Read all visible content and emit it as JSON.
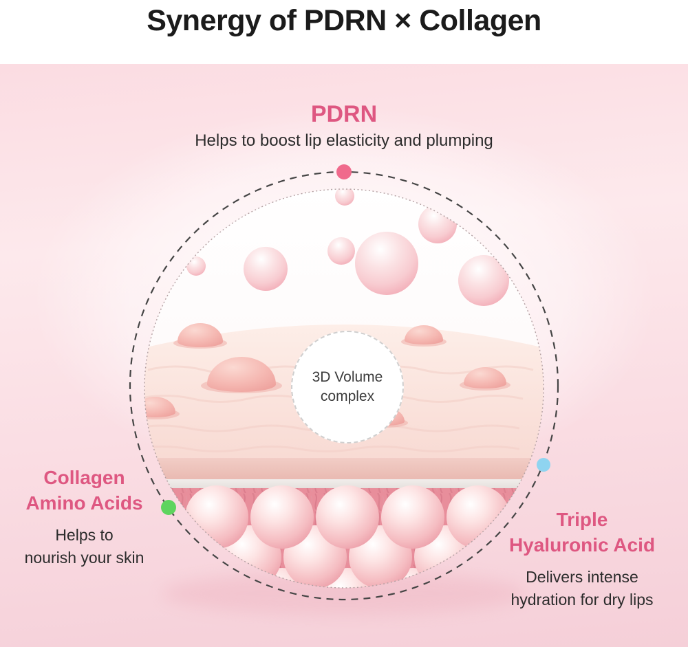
{
  "header": {
    "title": "Synergy of PDRN × Collagen"
  },
  "pdrn": {
    "heading": "PDRN",
    "description": "Helps to boost lip elasticity and plumping"
  },
  "diagram": {
    "center_label": "3D Volume complex",
    "illustration": {
      "top_layer": "floating-pink-bubbles",
      "middle_layer": "skin-surface-with-absorbed-droplets",
      "bottom_layer": "packed-collagen-spheres"
    }
  },
  "collagen": {
    "heading_lines": [
      "Collagen",
      "Amino Acids"
    ],
    "desc_lines": [
      "Helps to",
      "nourish your skin"
    ]
  },
  "hyaluronic": {
    "heading_lines": [
      "Triple",
      "Hyaluronic Acid"
    ],
    "desc_lines": [
      "Delivers intense",
      "hydration for dry lips"
    ]
  },
  "colors": {
    "accent_pink": "#de5781",
    "title_text": "#1b1b1b",
    "body_text": "#2b2b2b",
    "dot_pdrn": "#f06a8c",
    "dot_collagen": "#5ed45e",
    "dot_hyaluronic": "#8fd4f0"
  }
}
